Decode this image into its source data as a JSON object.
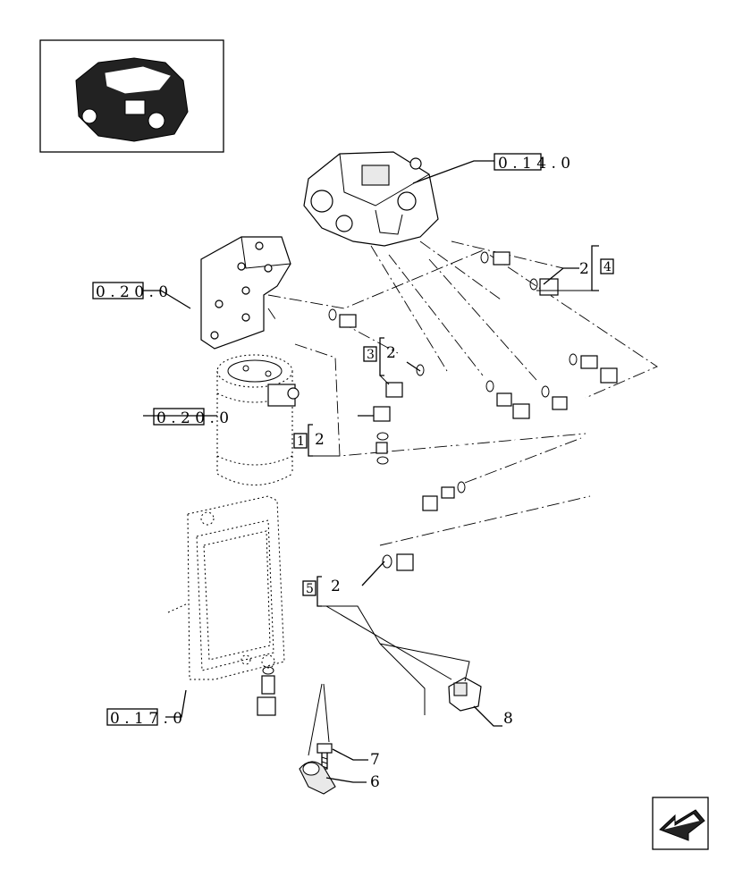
{
  "engine_refs": {
    "pump": "0 . 1 4 . 0",
    "bracket": "0 . 2 0 . 0",
    "filter": "0 . 2 0 . 0",
    "radiator": "0 . 1 7 . 0"
  },
  "kits": {
    "kit_1": {
      "box": "1",
      "item": "2"
    },
    "kit_3": {
      "box": "3",
      "item": "2"
    },
    "kit_4": {
      "box": "4",
      "item": "2"
    },
    "kit_5": {
      "box": "5",
      "item": "2"
    }
  },
  "callouts": {
    "item_6": "6",
    "item_7": "7",
    "item_8": "8"
  },
  "nav": {
    "icon": "arrow-back-icon"
  }
}
